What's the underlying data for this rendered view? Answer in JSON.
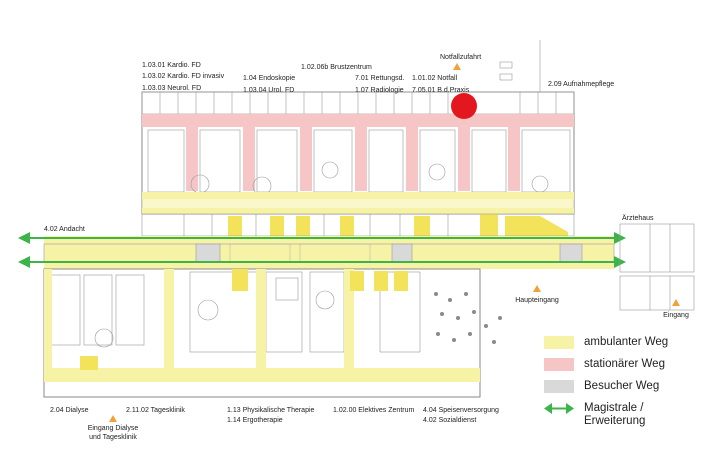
{
  "colors": {
    "ambulant": "#f7f3a6",
    "stationaer": "#f6c6c6",
    "besucher": "#d9d9d9",
    "magistrale": "#3cb44a",
    "notfall_marker": "#e3181f",
    "entrance_marker": "#f2a03a",
    "highlight": "#f3e35a",
    "walls": "#8a8a8a"
  },
  "labels": {
    "north": {
      "kardio_fd": "1.03.01 Kardio. FD",
      "kardio_fd_invasiv": "1.03.02 Kardio. FD invasiv",
      "neurol_fd": "1.03.03 Neurol. FD",
      "endoskopie": "1.04 Endoskopie",
      "urol_fd": "1.03.04 Urol. FD",
      "brustzentrum": "1.02.06b Brustzentrum",
      "rettungsd": "7.01 Rettungsd.",
      "radiologie": "1.07 Radiologie",
      "notfallzufahrt": "Notfallzufahrt",
      "notfall": "1.01.02 Notfall",
      "bd_praxis": "7.05.01 B.d.Praxis",
      "aufnahmepflege": "2.09 Aufnahmepflege"
    },
    "middle": {
      "andacht": "4.02 Andacht",
      "aerztehaus": "Ärztehaus",
      "haupteingang": "Haupteingang",
      "eingang": "Eingang"
    },
    "south": {
      "dialyse": "2.04 Dialyse",
      "tagesklinik": "2.11.02 Tagesklinik",
      "physikalische": "1.13 Physikalische Therapie",
      "ergotherapie": "1.14 Ergotherapie",
      "elektives": "1.02.00 Elektives Zentrum",
      "speisen": "4.04 Speisenversorgung",
      "sozialdienst": "4.02 Sozialdienst",
      "eingang_dialyse_1": "Eingang Dialyse",
      "eingang_dialyse_2": "und Tagesklinik"
    }
  },
  "legend": {
    "ambulant": "ambulanter Weg",
    "stationaer": "stationärer Weg",
    "besucher": "Besucher Weg",
    "magistrale_1": "Magistrale /",
    "magistrale_2": "Erweiterung"
  }
}
